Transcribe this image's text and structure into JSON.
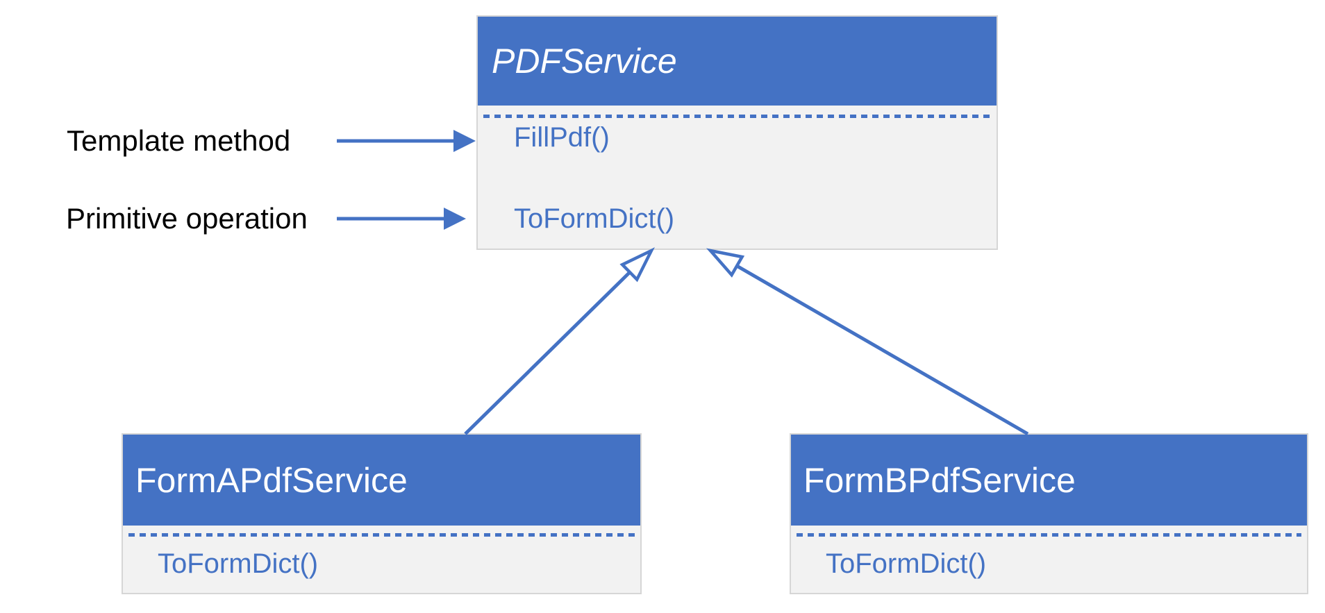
{
  "diagram": {
    "kind": "uml-class-diagram"
  },
  "classes": {
    "pdf_service": {
      "name": "PDFService",
      "abstract": true,
      "methods": [
        "FillPdf()",
        "ToFormDict()"
      ]
    },
    "form_a_pdf_service": {
      "name": "FormAPdfService",
      "abstract": false,
      "methods": [
        "ToFormDict()"
      ]
    },
    "form_b_pdf_service": {
      "name": "FormBPdfService",
      "abstract": false,
      "methods": [
        "ToFormDict()"
      ]
    }
  },
  "annotations": {
    "template_method": "Template method",
    "primitive_operation": "Primitive operation"
  },
  "relationships": [
    {
      "type": "inheritance",
      "from": "FormAPdfService",
      "to": "PDFService"
    },
    {
      "type": "inheritance",
      "from": "FormBPdfService",
      "to": "PDFService"
    }
  ],
  "colors": {
    "header_fill": "#4472C4",
    "body_fill": "#F2F2F2",
    "box_border": "#D6D6D6",
    "accent_blue": "#4472C4",
    "label_text": "#000000",
    "canvas_background": "#FFFFFF"
  }
}
